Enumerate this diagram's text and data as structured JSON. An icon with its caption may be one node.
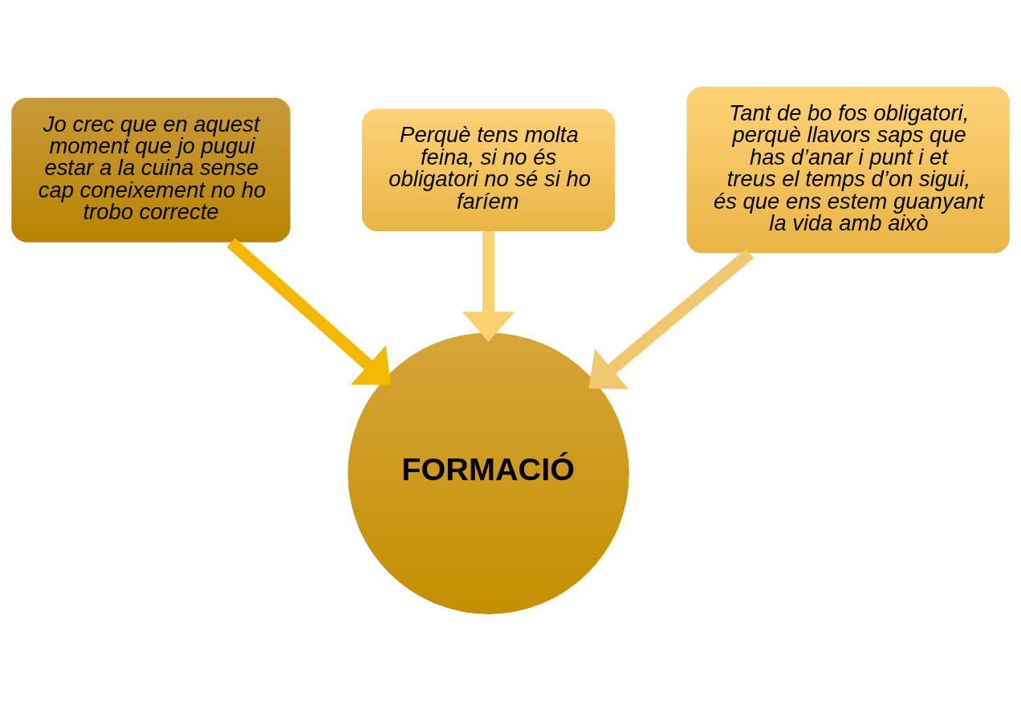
{
  "diagram": {
    "nodes": [
      {
        "text": [
          "Perquè tens molta feina, si no és obligatori no sé si ho faríem"
        ]
      },
      {
        "text": [
          "Jo crec que en aquest moment que jo pugui estar a la cuina sense cap coneixement no ho trobo correcte"
        ]
      },
      {
        "text": [
          "Tant de bo fos obligatori, perquè llavors saps que has d’anar i punt i et treus el temps d’on sigui, és que ens estem guanyant la vida amb això"
        ]
      },
      {
        "text": [
          "FORMACIÓ"
        ]
      }
    ],
    "edges": [
      {
        "from": 1,
        "to": 3,
        "arrow": "to",
        "color": "#f5b800"
      },
      {
        "from": 0,
        "to": 3,
        "arrow": "to",
        "color": "#fdd070"
      },
      {
        "from": 2,
        "to": 3,
        "arrow": "to",
        "color": "#f0c870"
      }
    ]
  }
}
